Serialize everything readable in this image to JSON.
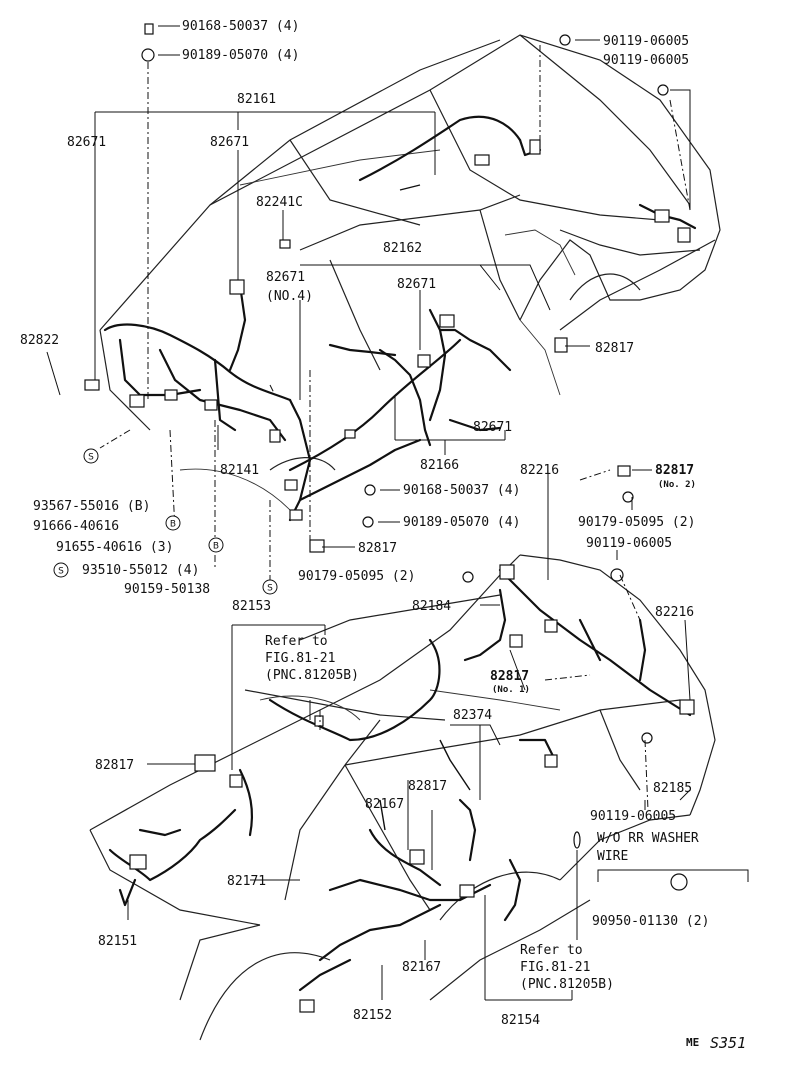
{
  "labels": [
    "90168-50037 (4)",
    "90189-05070 (4)",
    "90119-06005",
    "90119-06005",
    "82161",
    "82671",
    "82671",
    "82241C",
    "82162",
    "82671",
    "(NO.4)",
    "82671",
    "82822",
    "82817",
    "82671",
    "82141",
    "82166",
    "93567-55016 (B)",
    "91666-40616",
    "91655-40616 (3)",
    "93510-55012 (4)",
    "90159-50138",
    "90168-50037 (4)",
    "90189-05070 (4)",
    "82817",
    "90179-05095 (2)",
    "82216",
    "82817",
    "(No. 2)",
    "90179-05095 (2)",
    "90119-06005",
    "82153",
    "82184",
    "82216",
    "82817",
    "(No. 1)",
    "82374",
    "82817",
    "82817",
    "82167",
    "82185",
    "90119-06005",
    "W/O RR WASHER",
    "WIRE",
    "82171",
    "82151",
    "82167",
    "82152",
    "82154",
    "90950-01130 (2)"
  ],
  "refs": [
    {
      "line1": "Refer to",
      "line2": "FIG.81-21",
      "line3": "(PNC.81205B)"
    },
    {
      "line1": "Refer to",
      "line2": "FIG.81-21",
      "line3": "(PNC.81205B)"
    }
  ],
  "symbols": [
    "S",
    "B",
    "B",
    "S",
    "S"
  ],
  "footer": {
    "code": "ME",
    "number": "S351"
  }
}
